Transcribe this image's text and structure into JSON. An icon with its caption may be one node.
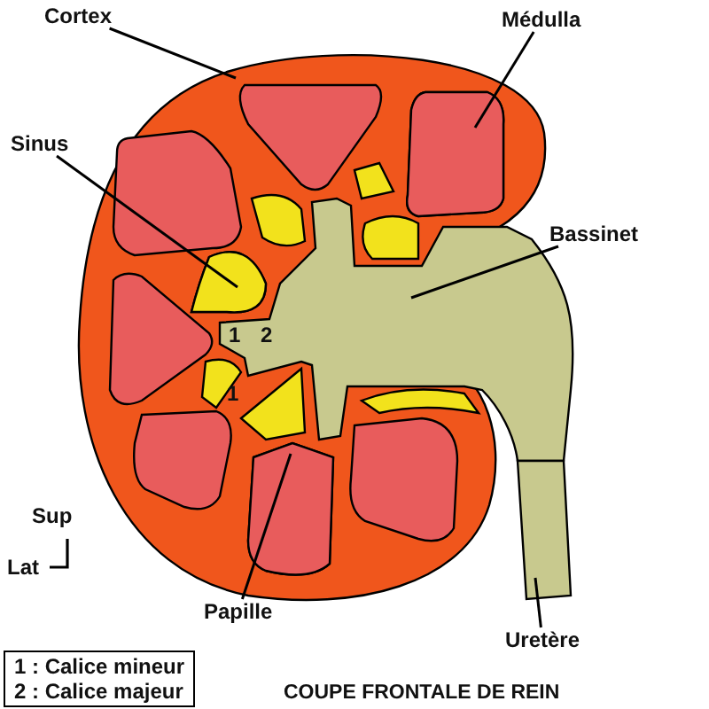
{
  "diagram": {
    "caption": "COUPE FRONTALE DE REIN",
    "nodes": [
      {
        "text": [
          "Cortex"
        ]
      },
      {
        "text": [
          "Médulla"
        ]
      },
      {
        "text": [
          "Sinus"
        ]
      },
      {
        "text": [
          "Bassinet"
        ]
      },
      {
        "text": [
          "Papille"
        ]
      },
      {
        "text": [
          "Uretère"
        ]
      },
      {
        "text": [],
        "shape": "blob"
      },
      {
        "text": [],
        "shape": "triangle",
        "in": 6
      },
      {
        "text": [],
        "shape": "blob",
        "in": 6
      },
      {
        "text": [],
        "shape": "blob"
      },
      {
        "text": [],
        "shape": "triangle",
        "in": 6
      },
      {
        "text": [],
        "shape": "bar"
      },
      {
        "text": [],
        "shape": "triangle",
        "in": 6
      },
      {
        "text": [],
        "shape": "triangle",
        "in": 6
      },
      {
        "text": [],
        "shape": "triangle",
        "in": 6
      },
      {
        "text": [],
        "shape": "triangle",
        "in": 6
      },
      {
        "text": [],
        "shape": "triangle",
        "in": 6
      },
      {
        "text": [],
        "shape": "blob",
        "in": 6
      },
      {
        "text": [],
        "shape": "blob",
        "in": 6
      },
      {
        "text": [],
        "shape": "blob",
        "in": 6
      },
      {
        "text": [],
        "shape": "blob",
        "in": 6
      },
      {
        "text": [],
        "shape": "blob",
        "in": 6
      },
      {
        "text": [],
        "shape": "blob",
        "in": 6
      }
    ],
    "edges": [
      {
        "from": 0,
        "to": 6,
        "arrow": "none"
      },
      {
        "from": 1,
        "to": 7,
        "arrow": "none"
      },
      {
        "from": 2,
        "to": 8,
        "arrow": "none"
      },
      {
        "from": 3,
        "to": 9,
        "arrow": "none"
      },
      {
        "from": 4,
        "to": 10,
        "arrow": "none"
      },
      {
        "from": 5,
        "to": 11,
        "arrow": "none"
      }
    ],
    "labels": [
      "1",
      "2",
      "1",
      "Sup",
      "Lat",
      "1 : Calice mineur",
      "2 : Calice majeur"
    ]
  }
}
